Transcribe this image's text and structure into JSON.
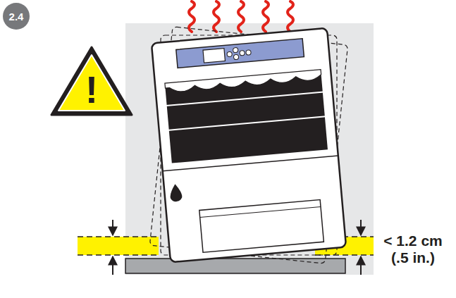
{
  "diagram": {
    "nodes": [
      {
        "text": [
          "2.4"
        ]
      },
      {
        "text": [
          "!"
        ]
      }
    ],
    "labels": [
      "< 1.2 cm (.5 in.)"
    ]
  }
}
